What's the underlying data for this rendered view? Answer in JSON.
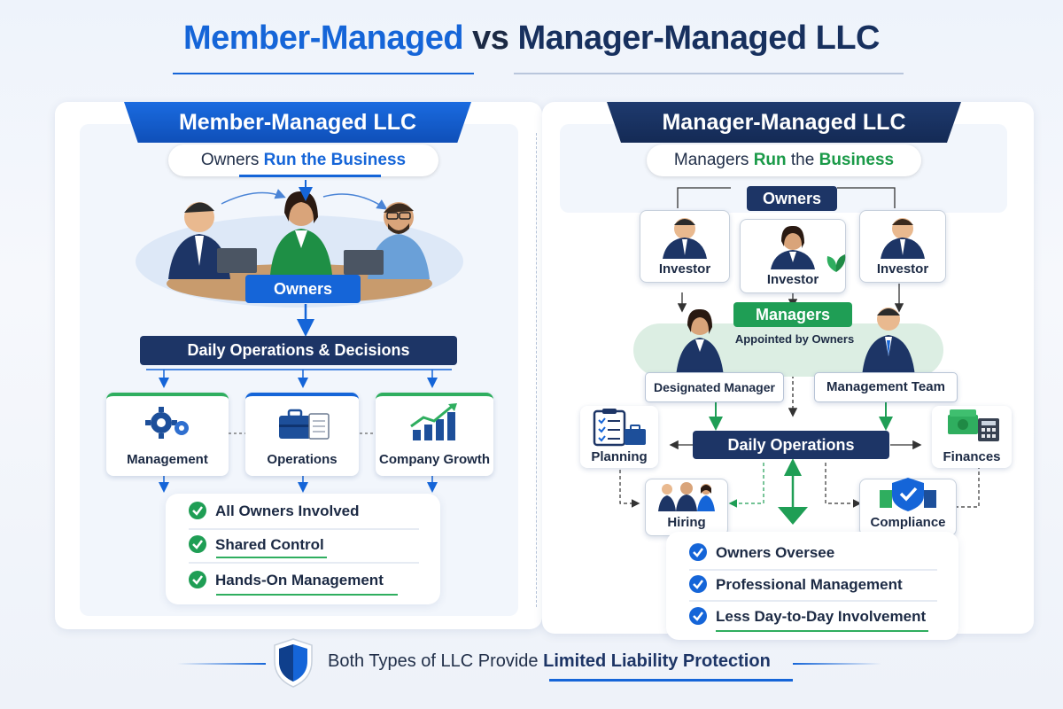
{
  "title": {
    "part1": "Member-Managed",
    "part2": "vs",
    "part3": "Manager-Managed LLC"
  },
  "member": {
    "ribbon": "Member-Managed LLC",
    "subtitle_pre": "Owners ",
    "subtitle_hl": "Run the Business",
    "owners_label": "Owners",
    "ops_bar": "Daily Operations & Decisions",
    "cards": [
      "Management",
      "Operations",
      "Company Growth"
    ],
    "checks": [
      "All Owners Involved",
      "Shared Control",
      "Hands-On Management"
    ]
  },
  "manager": {
    "ribbon": "Manager-Managed LLC",
    "subtitle_pre": "Managers ",
    "subtitle_hl1": "Run",
    "subtitle_mid": " the ",
    "subtitle_hl2": "Business",
    "owners_label": "Owners",
    "investors": [
      "Investor",
      "Investor",
      "Investor"
    ],
    "managers_label": "Managers",
    "appointed": "Appointed by Owners",
    "designated": "Designated Manager",
    "team": "Management Team",
    "ops_bar": "Daily Operations",
    "planning": "Planning",
    "finances": "Finances",
    "hiring": "Hiring",
    "compliance": "Compliance",
    "checks": [
      "Owners Oversee",
      "Professional Management",
      "Less Day-to-Day Involvement"
    ]
  },
  "footer": {
    "text_pre": "Both Types of LLC Provide ",
    "text_hl": "Limited Liability Protection"
  },
  "colors": {
    "blue": "#1565d8",
    "navy": "#1d3566",
    "green": "#1f9e55"
  },
  "icons": [
    "gears-icon",
    "briefcase-icon",
    "growth-chart-icon",
    "clipboard-icon",
    "money-icon",
    "shield-icon",
    "checkmark-icon"
  ]
}
